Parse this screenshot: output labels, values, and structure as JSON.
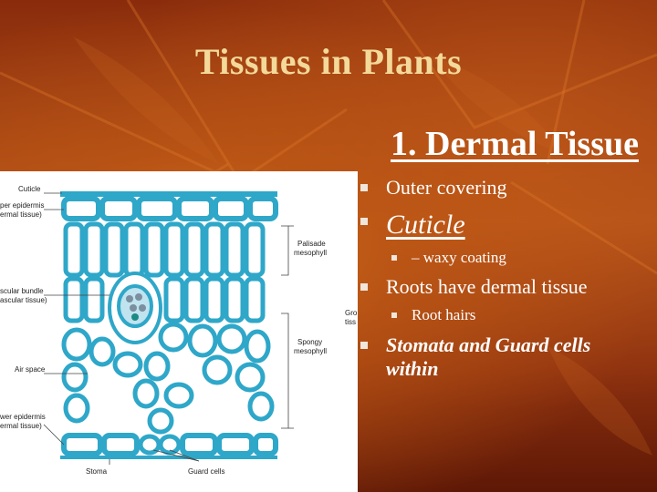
{
  "slide": {
    "title": "Tissues in Plants",
    "subtitle": "1.  Dermal Tissue",
    "colors": {
      "title": "#f3d99a",
      "text": "#ffffff",
      "background": "#b2501a"
    }
  },
  "bullets": [
    {
      "level": 1,
      "text": "Outer covering"
    },
    {
      "level": 1,
      "text": "Cuticle"
    },
    {
      "level": 2,
      "text": "– waxy coating"
    },
    {
      "level": 1,
      "text": "Roots have dermal tissue"
    },
    {
      "level": 2,
      "text": "Root hairs"
    },
    {
      "level": 1,
      "text": "Stomata and Guard cells within"
    }
  ],
  "diagram": {
    "left_labels": [
      "Cuticle",
      "per epidermis",
      "ermal tissue)",
      "scular bundle",
      "ascular tissue)",
      "Air space",
      "wer epidermis",
      "ermal tissue)"
    ],
    "right_labels": [
      "Palisade",
      "mesophyll",
      "Spongy",
      "mesophyll",
      "Gro",
      "tiss"
    ],
    "bottom_labels": [
      "Stoma",
      "Guard cells"
    ]
  }
}
